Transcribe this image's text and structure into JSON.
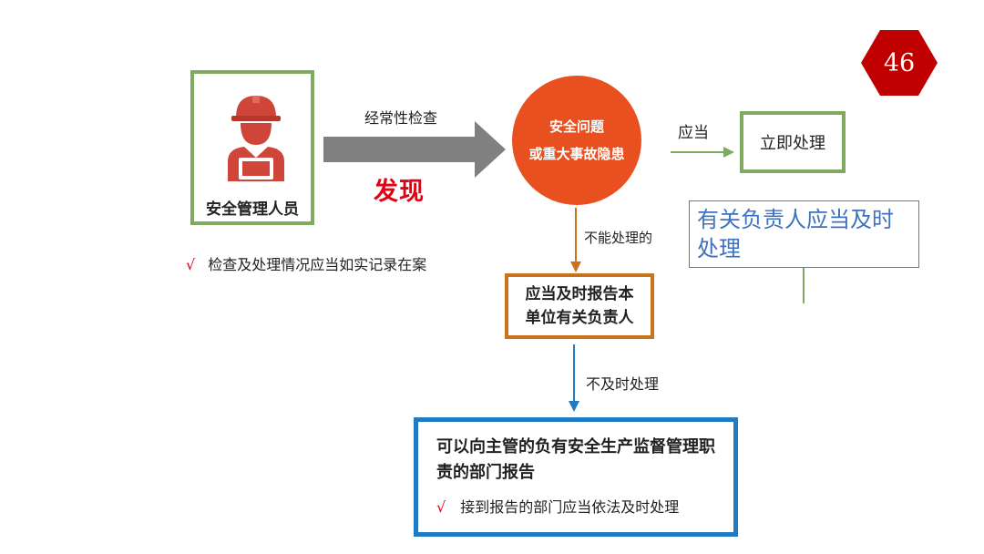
{
  "page_number": "46",
  "colors": {
    "badge": "#c00000",
    "green_border": "#7faa5f",
    "orange_circle": "#e8501f",
    "orange_border": "#c9741b",
    "blue_border": "#1f7bc4",
    "red_text": "#e60012",
    "blue_text": "#3d72c0"
  },
  "nodes": {
    "safety_manager": {
      "label": "安全管理人员",
      "icon": "worker-with-hardhat-icon"
    },
    "problem": {
      "line1": "安全问题",
      "line2": "或重大事故隐患"
    },
    "immediate": {
      "label": "立即处理"
    },
    "responsible": {
      "label": "有关负责人应当及时处理"
    },
    "report_unit": {
      "line1": "应当及时报告本",
      "line2": "单位有关负责人"
    },
    "report_dept": {
      "title": "可以向主管的负有安全生产监督管理职责的部门报告",
      "note_mark": "√",
      "note": "接到报告的部门应当依法及时处理"
    }
  },
  "edges": {
    "inspect_label": "经常性检查",
    "found_label": "发现",
    "should_label": "应当",
    "cannot_label": "不能处理的",
    "not_timely_label": "不及时处理"
  },
  "notes": {
    "record_mark": "√",
    "record": "检查及处理情况应当如实记录在案"
  }
}
